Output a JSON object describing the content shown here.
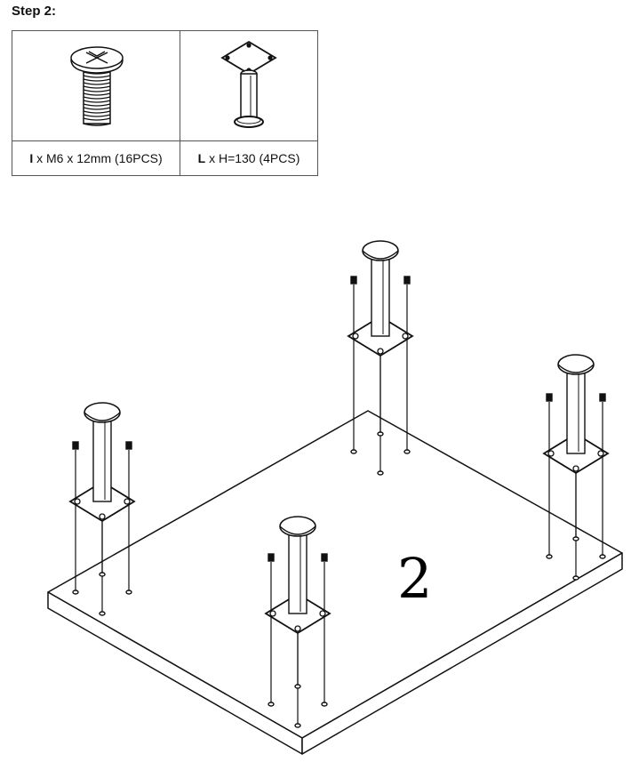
{
  "step": {
    "title": "Step 2:"
  },
  "parts": [
    {
      "letter": "I",
      "desc": "x M6 x 12mm (16PCS)",
      "icon": "screw-icon"
    },
    {
      "letter": "L",
      "desc": "x H=130 (4PCS)",
      "icon": "leg-icon"
    }
  ],
  "diagram": {
    "panel_number": "2"
  }
}
